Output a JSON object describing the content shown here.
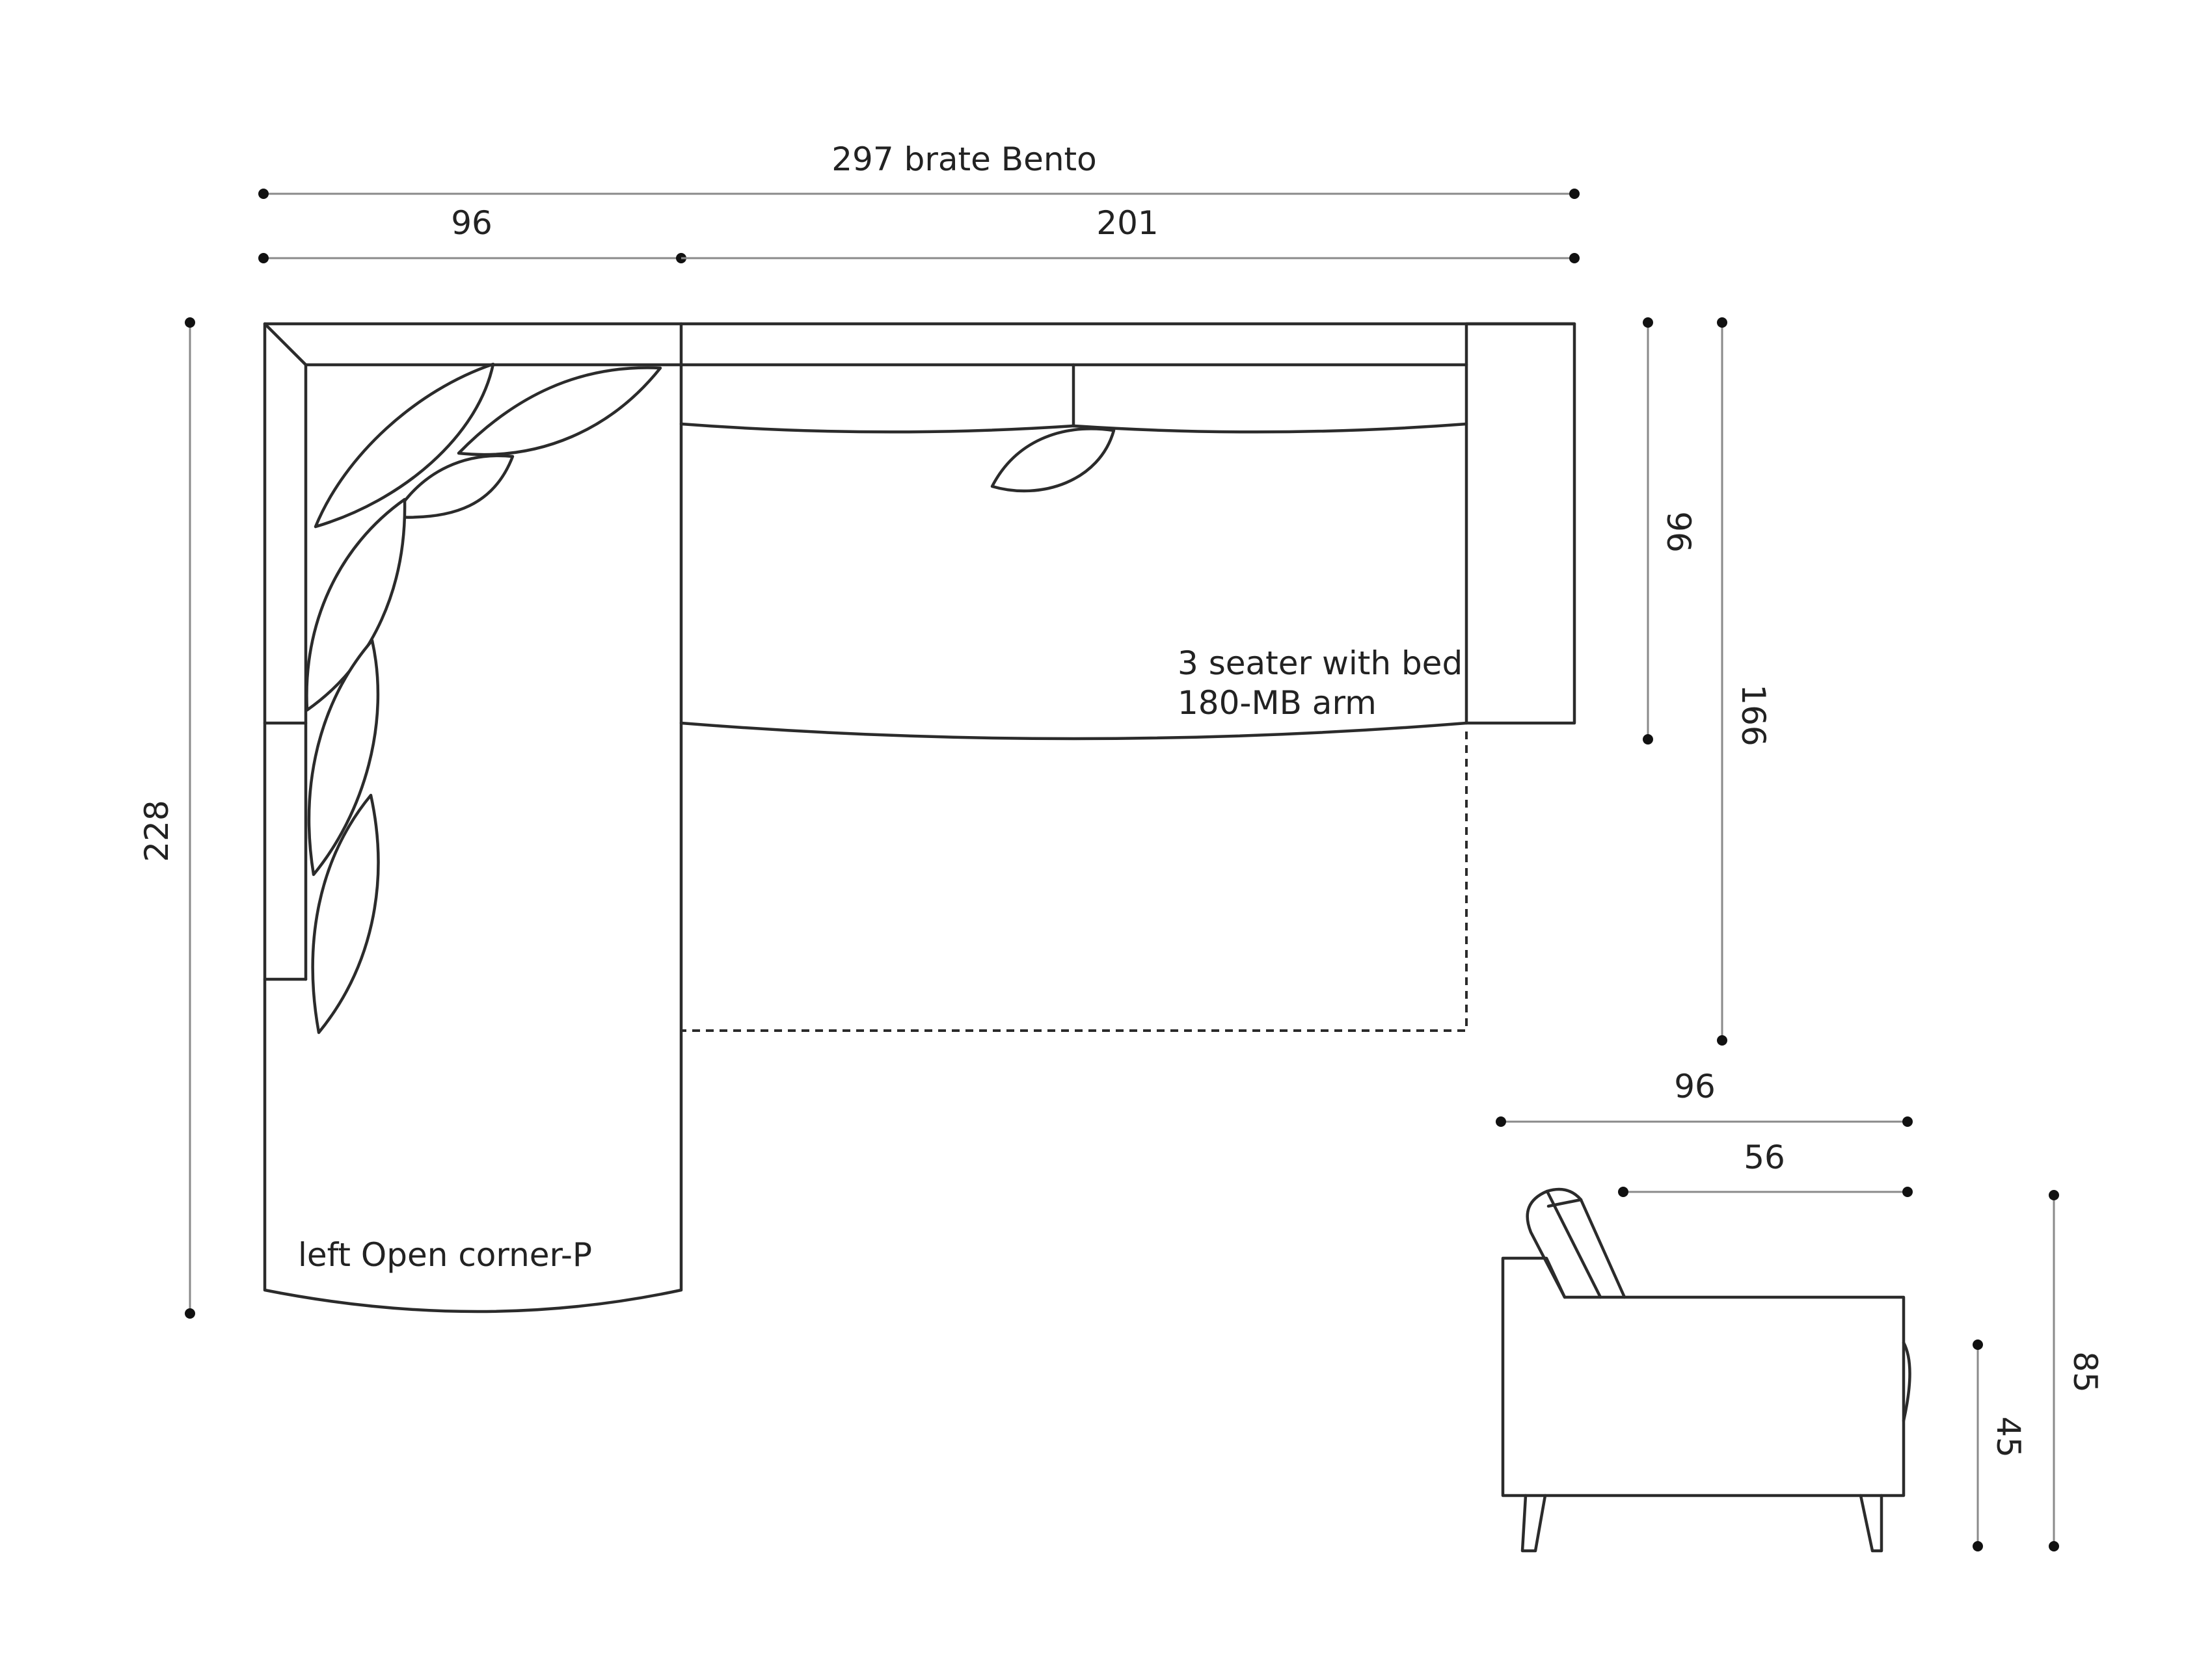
{
  "dimensions": {
    "total_width_label": "297 brate Bento",
    "corner_width_label": "96",
    "seater_width_label": "201",
    "total_depth_label": "228",
    "seater_depth_label": "96",
    "bed_extended_depth_label": "166",
    "side_depth_label": "96",
    "seat_depth_label": "56",
    "seat_height_label": "45",
    "total_height_label": "85"
  },
  "modules": {
    "seater_line1": "3 seater with bed",
    "seater_line2": "180-MB arm",
    "corner_label": "left Open corner-P"
  },
  "colors": {
    "line": "#2b2b2b",
    "dimension_line": "#8a8a8a",
    "background": "#ffffff"
  }
}
